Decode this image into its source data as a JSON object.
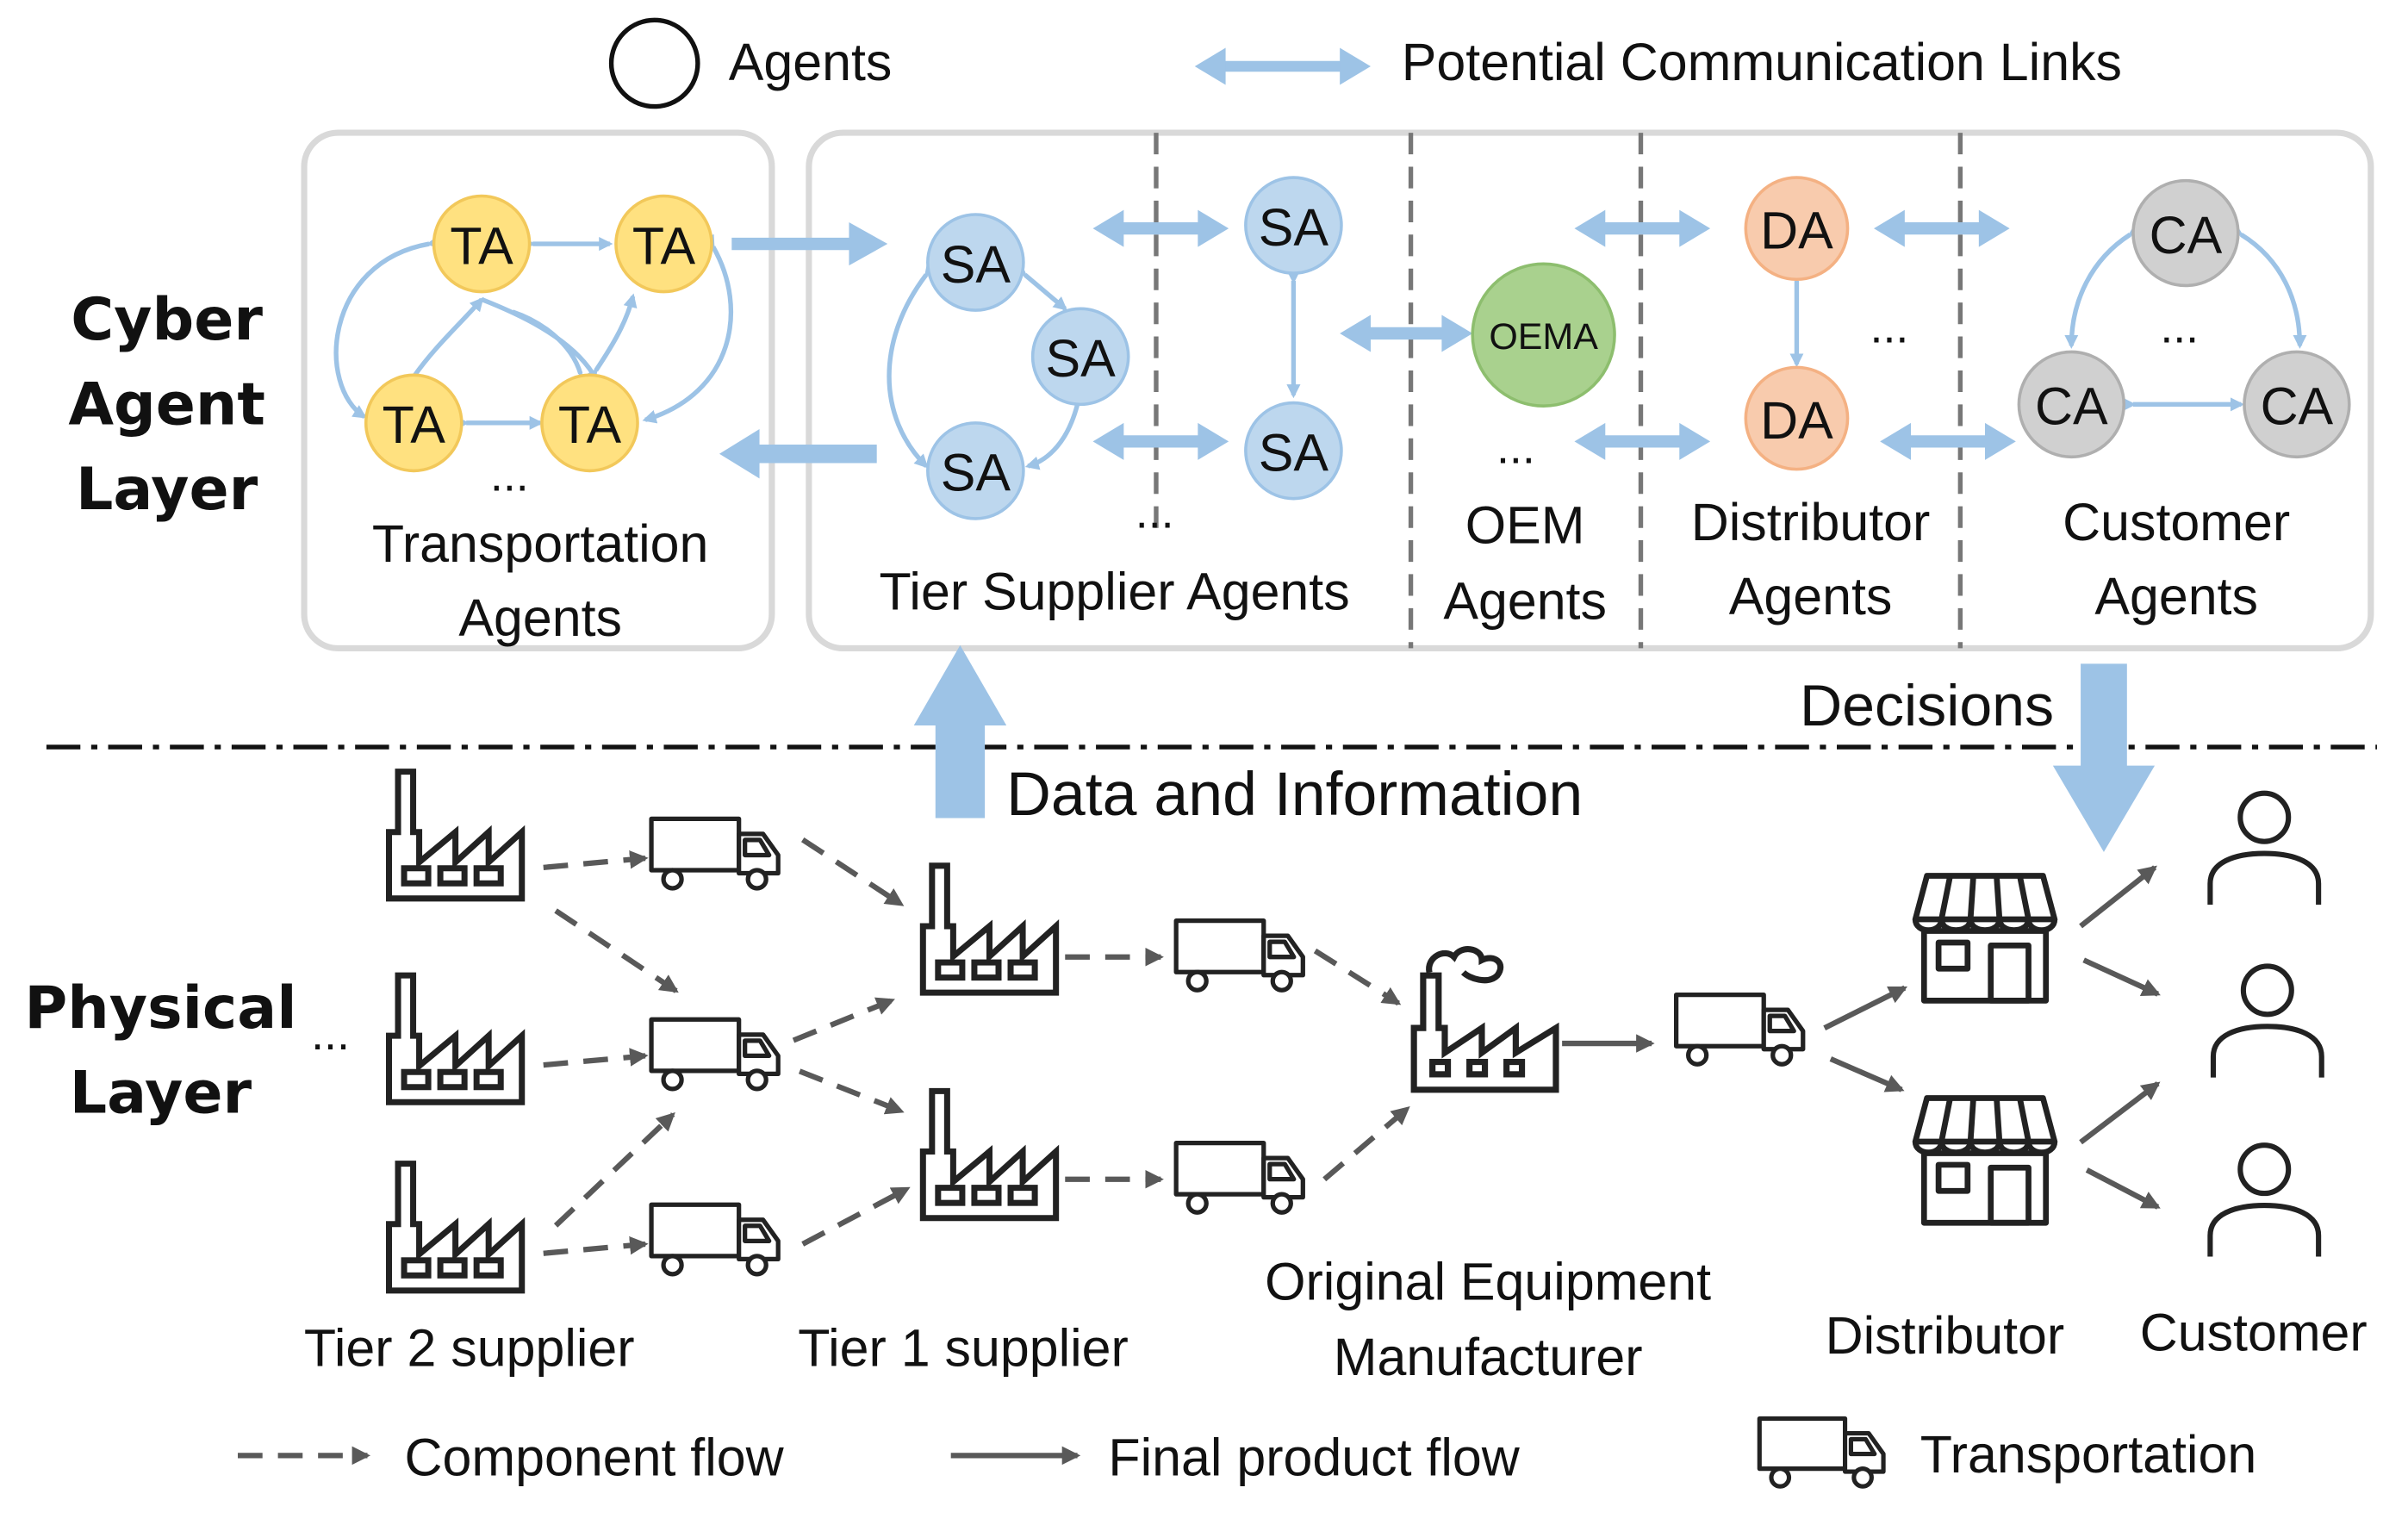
{
  "legend_top": {
    "agents_label": "Agents",
    "links_label": "Potential Communication Links"
  },
  "layers": {
    "cyber_line1": "Cyber",
    "cyber_line2": "Agent",
    "cyber_line3": "Layer",
    "physical_line1": "Physical",
    "physical_line2": "Layer"
  },
  "groups": {
    "transport_line1": "Transportation",
    "transport_line2": "Agents",
    "supplier": "Tier Supplier Agents",
    "oem_line1": "OEM",
    "oem_line2": "Agents",
    "distributor_line1": "Distributor",
    "distributor_line2": "Agents",
    "customer_line1": "Customer",
    "customer_line2": "Agents"
  },
  "agents": {
    "ta": "TA",
    "sa": "SA",
    "oema": "OEMA",
    "da": "DA",
    "ca": "CA",
    "ellipsis": "..."
  },
  "flows": {
    "data_info": "Data and Information",
    "decisions": "Decisions"
  },
  "physical": {
    "tier2": "Tier 2 supplier",
    "tier1": "Tier 1 supplier",
    "oem_line1": "Original Equipment",
    "oem_line2": "Manufacturer",
    "distributor": "Distributor",
    "customer": "Customer",
    "ellipsis": "..."
  },
  "legend_bottom": {
    "component_flow": "Component flow",
    "final_product_flow": "Final product flow",
    "transportation": "Transportation"
  },
  "colors": {
    "ta_fill": "#FFE180",
    "ta_stroke": "#F2C85A",
    "sa_fill": "#BDD7EE",
    "sa_stroke": "#9DC3E6",
    "oema_fill": "#A9D18E",
    "oema_stroke": "#8DBE6E",
    "da_fill": "#F8CBAD",
    "da_stroke": "#F4B183",
    "ca_fill": "#D0D0D0",
    "ca_stroke": "#AFAFAF",
    "link": "#9DC3E6",
    "flow": "#595959"
  }
}
